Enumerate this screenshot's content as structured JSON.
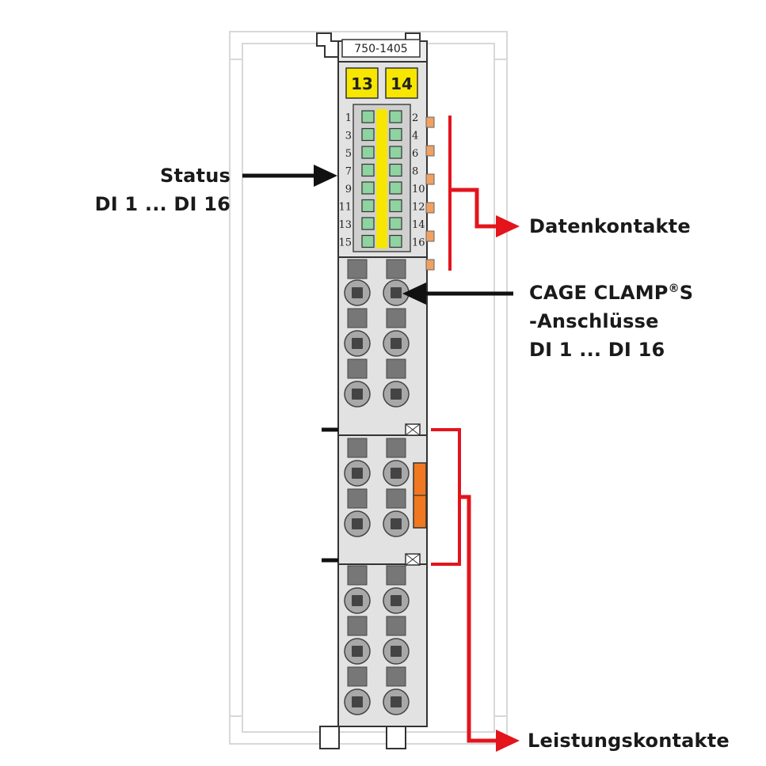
{
  "module": {
    "part_number": "750-1405",
    "fuse_labels": [
      "13",
      "14"
    ],
    "led_numbers_left": [
      "1",
      "3",
      "5",
      "7",
      "9",
      "11",
      "13",
      "15"
    ],
    "led_numbers_right": [
      "2",
      "4",
      "6",
      "8",
      "10",
      "12",
      "14",
      "16"
    ]
  },
  "callouts": {
    "status": {
      "line1": "Status",
      "line2": "DI 1 ... DI 16"
    },
    "data_contacts": "Datenkontakte",
    "cage_clamp": {
      "line1_main": "CAGE CLAMP",
      "line1_reg": "®",
      "line1_tail": "S",
      "line2": "-Anschlüsse",
      "line3": "DI 1 ... DI 16"
    },
    "power_contacts": "Leistungskontakte"
  },
  "colors": {
    "arrow_red": "#e3141c",
    "arrow_black": "#111111",
    "led_yellow": "#f7e600",
    "led_green": "#8fd3a0",
    "module_gray": "#dcdcdc",
    "contact_orange": "#f0a060",
    "power_bar_orange": "#f07820"
  }
}
